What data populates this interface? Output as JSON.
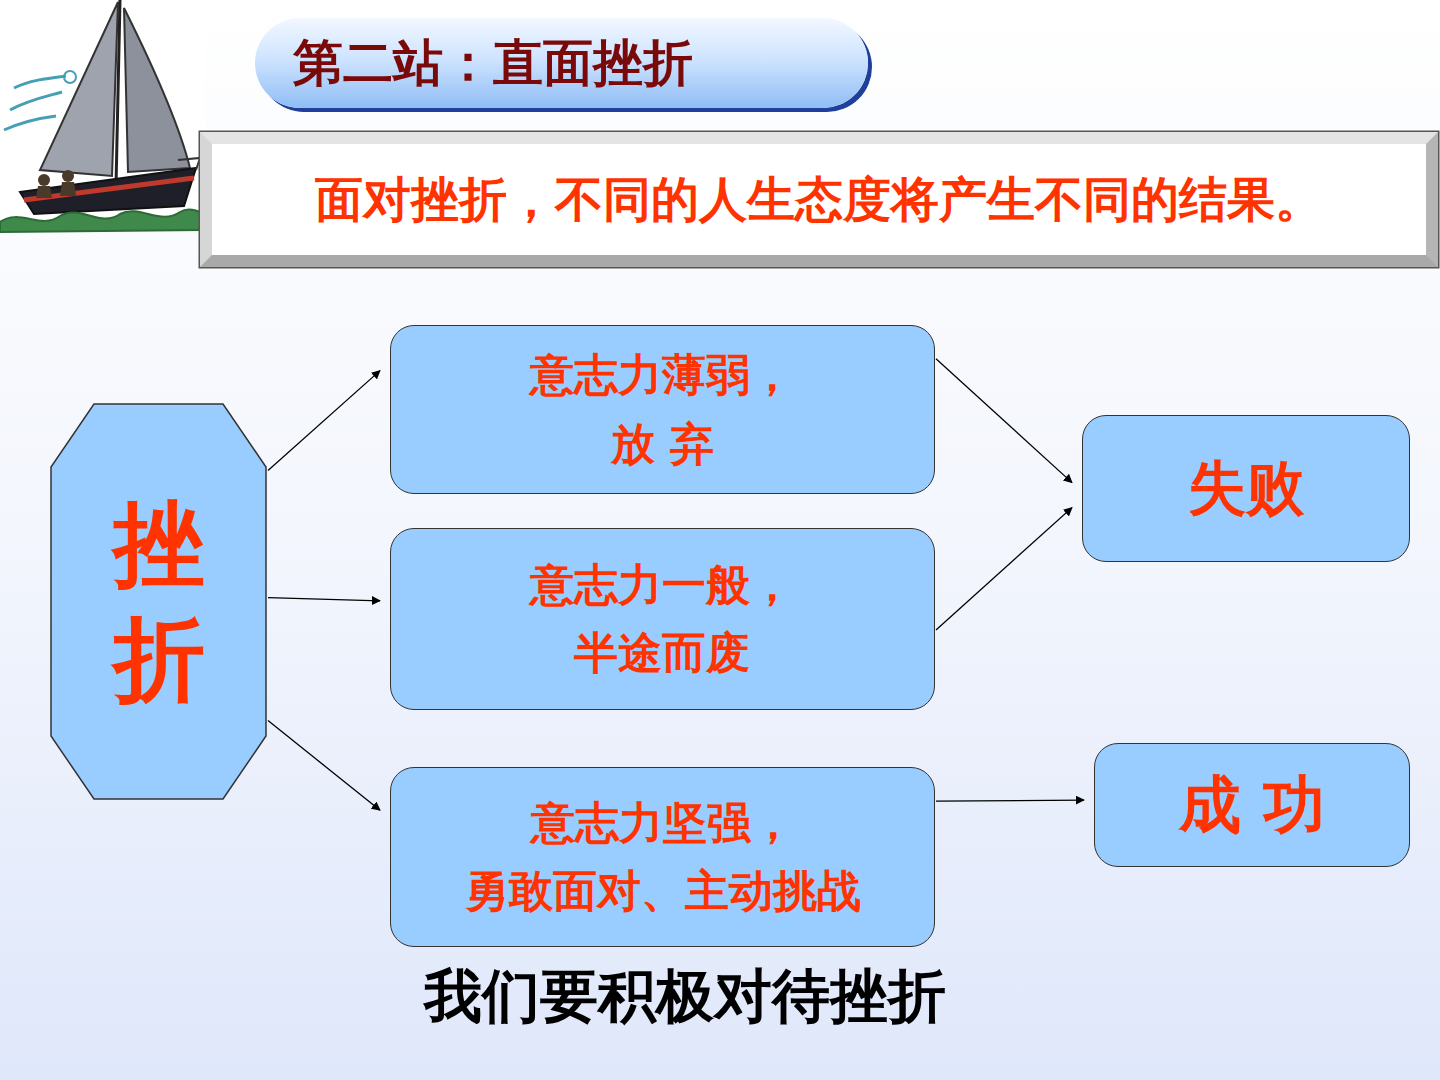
{
  "diagram": {
    "title": "第二站：直面挫折",
    "nodes": [
      {
        "text": [
          "面对挫折，不同的人生态度将产生不同的结果。"
        ]
      },
      {
        "text": [
          "挫折"
        ]
      },
      {
        "text": [
          "意志力薄弱， 放 弃"
        ]
      },
      {
        "text": [
          "意志力一般， 半途而废"
        ]
      },
      {
        "text": [
          "意志力坚强， 勇敢面对、主动挑战"
        ]
      },
      {
        "text": [
          "失败"
        ]
      },
      {
        "text": [
          "成 功"
        ]
      }
    ],
    "edges": [
      {
        "from": 1,
        "to": 2,
        "arrow": "to"
      },
      {
        "from": 1,
        "to": 3,
        "arrow": "to"
      },
      {
        "from": 1,
        "to": 4,
        "arrow": "to"
      },
      {
        "from": 2,
        "to": 5,
        "arrow": "to"
      },
      {
        "from": 3,
        "to": 5,
        "arrow": "to"
      },
      {
        "from": 4,
        "to": 6,
        "arrow": "to"
      }
    ],
    "labels": [
      "我们要积极对待挫折"
    ]
  }
}
